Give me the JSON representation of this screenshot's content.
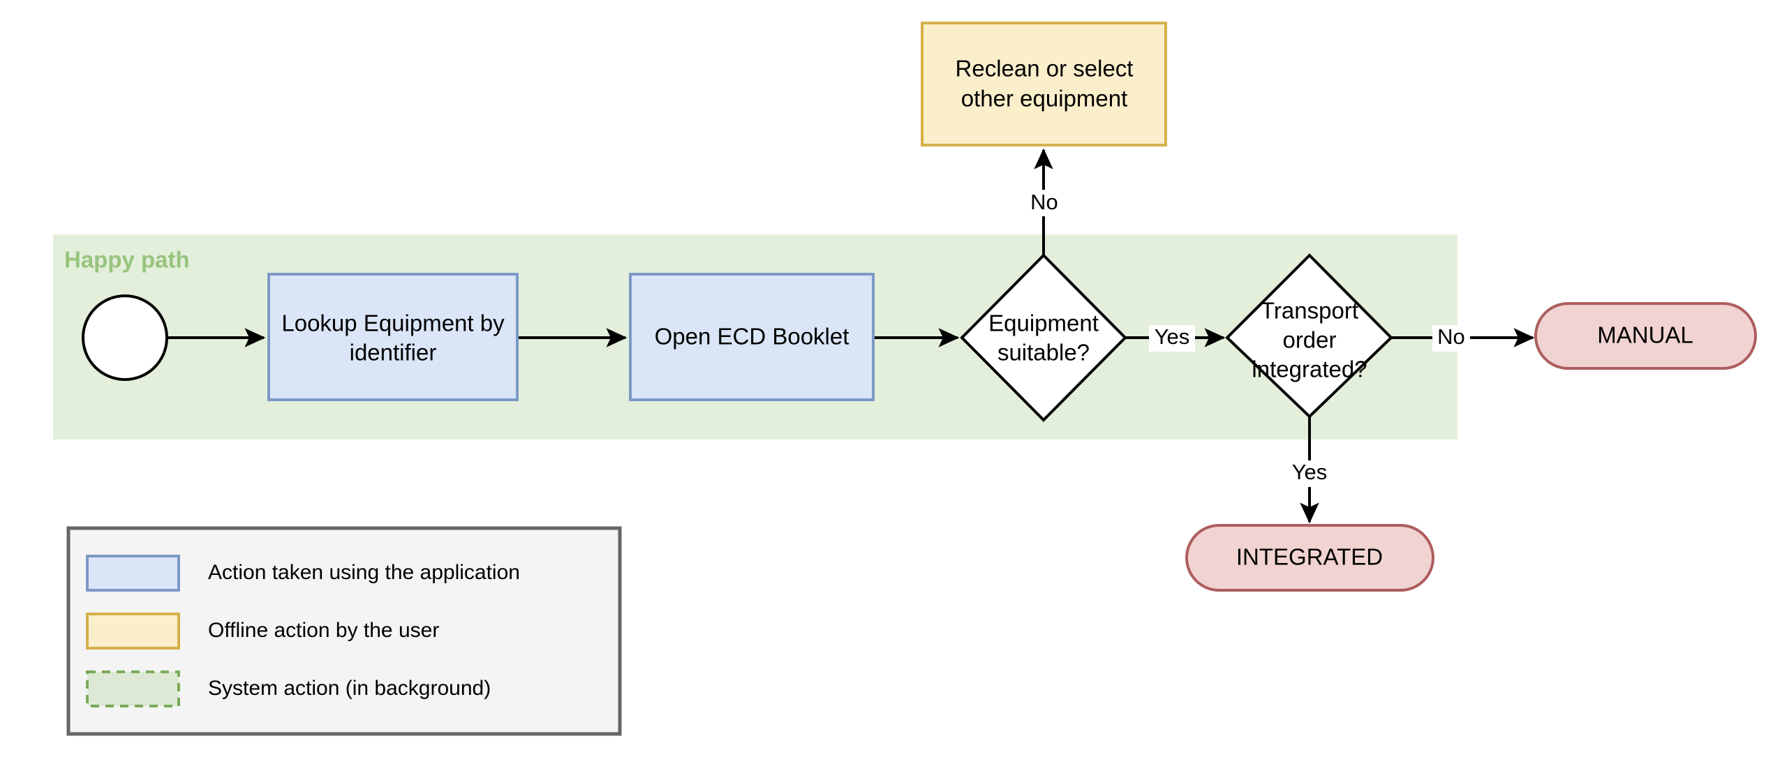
{
  "diagram": {
    "type": "flowchart",
    "pool": {
      "title": "Happy path",
      "fill": "#e3efda",
      "title_color": "#97c47e"
    },
    "nodes": [
      {
        "id": "start",
        "shape": "circle",
        "label": "",
        "fill": "#ffffff",
        "stroke": "#000000"
      },
      {
        "id": "lookup-equipment",
        "shape": "rectangle",
        "label_line1": "Lookup Equipment by",
        "label_line2": "identifier",
        "fill": "#dae5f7",
        "stroke": "#7c99c6",
        "kind": "application-action"
      },
      {
        "id": "open-ecd-booklet",
        "shape": "rectangle",
        "label_line1": "Open ECD Booklet",
        "fill": "#dae5f7",
        "stroke": "#7c99c6",
        "kind": "application-action"
      },
      {
        "id": "equipment-suitable",
        "shape": "diamond",
        "label_line1": "Equipment",
        "label_line2": "suitable?",
        "fill": "#ffffff",
        "stroke": "#000000",
        "kind": "decision"
      },
      {
        "id": "transport-order-integrated",
        "shape": "diamond",
        "label_line1": "Transport",
        "label_line2": "order",
        "label_line3": "integrated?",
        "fill": "#ffffff",
        "stroke": "#000000",
        "kind": "decision"
      },
      {
        "id": "reclean-or-select",
        "shape": "rectangle",
        "label_line1": "Reclean or select",
        "label_line2": "other equipment",
        "fill": "#fbeecb",
        "stroke": "#d5b04b",
        "kind": "offline-action"
      },
      {
        "id": "manual",
        "shape": "rounded-terminal",
        "label_line1": "MANUAL",
        "fill": "#f1d3d2",
        "stroke": "#ad5d5d",
        "kind": "end-state"
      },
      {
        "id": "integrated",
        "shape": "rounded-terminal",
        "label_line1": "INTEGRATED",
        "fill": "#f1d3d2",
        "stroke": "#ad5d5d",
        "kind": "end-state"
      }
    ],
    "edges": [
      {
        "id": "start-to-lookup",
        "from": "start",
        "to": "lookup-equipment",
        "label": ""
      },
      {
        "id": "lookup-to-ecd",
        "from": "lookup-equipment",
        "to": "open-ecd-booklet",
        "label": ""
      },
      {
        "id": "ecd-to-suitable",
        "from": "open-ecd-booklet",
        "to": "equipment-suitable",
        "label": ""
      },
      {
        "id": "suitable-no",
        "from": "equipment-suitable",
        "to": "reclean-or-select",
        "label": "No"
      },
      {
        "id": "suitable-yes",
        "from": "equipment-suitable",
        "to": "transport-order-integrated",
        "label": "Yes"
      },
      {
        "id": "integrated-no",
        "from": "transport-order-integrated",
        "to": "manual",
        "label": "No"
      },
      {
        "id": "integrated-yes",
        "from": "transport-order-integrated",
        "to": "integrated",
        "label": "Yes"
      }
    ]
  },
  "legend": {
    "box_fill": "#f4f4f4",
    "box_stroke": "#666666",
    "items": [
      {
        "label": "Action taken using the application",
        "swatch_fill": "#dae5f7",
        "swatch_stroke": "#7c99c6",
        "swatch_style": "solid"
      },
      {
        "label": "Offline action by the user",
        "swatch_fill": "#fbeecb",
        "swatch_stroke": "#d5b04b",
        "swatch_style": "solid"
      },
      {
        "label": "System action (in background)",
        "swatch_fill": "#dde9d4",
        "swatch_stroke": "#7aab5a",
        "swatch_style": "dashed"
      }
    ]
  }
}
